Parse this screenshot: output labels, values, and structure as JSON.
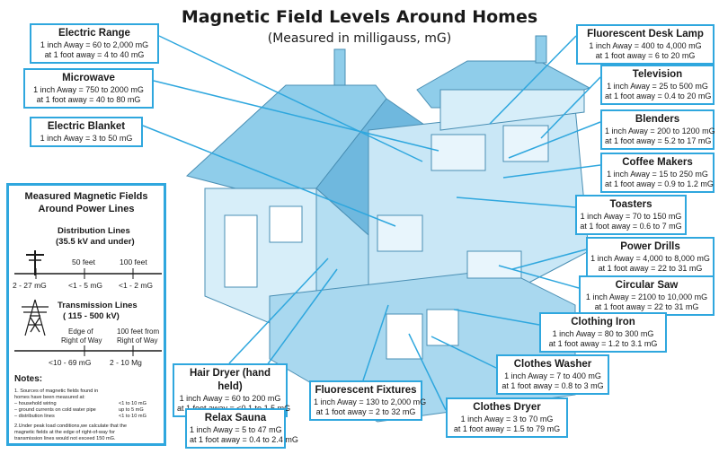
{
  "title": "Magnetic Field Levels Around Homes",
  "subtitle": "(Measured in milligauss, mG)",
  "accent_color": "#2fa7de",
  "callouts": [
    {
      "name": "Electric Range",
      "lines": [
        "1 inch Away = 60 to 2,000 mG",
        "at 1 foot away = 4 to 40 mG"
      ]
    },
    {
      "name": "Microwave",
      "lines": [
        "1 inch Away = 750 to 2000 mG",
        "at 1 foot away = 40 to 80 mG"
      ]
    },
    {
      "name": "Electric Blanket",
      "lines": [
        "1 inch Away = 3 to 50 mG"
      ]
    },
    {
      "name": "Fluorescent Desk Lamp",
      "lines": [
        "1 inch Away = 400 to 4,000 mG",
        "at 1 foot away = 6 to 20 mG"
      ]
    },
    {
      "name": "Television",
      "lines": [
        "1 inch Away = 25 to 500 mG",
        "at 1 foot away = 0.4 to 20 mG"
      ]
    },
    {
      "name": "Blenders",
      "lines": [
        "1 inch Away = 200 to 1200 mG",
        "at 1 foot away = 5.2 to 17 mG"
      ]
    },
    {
      "name": "Coffee Makers",
      "lines": [
        "1 inch Away = 15 to 250 mG",
        "at 1 foot away = 0.9 to 1.2 mG"
      ]
    },
    {
      "name": "Toasters",
      "lines": [
        "1 inch Away = 70 to 150 mG",
        "at 1 foot away = 0.6 to 7 mG"
      ]
    },
    {
      "name": "Power Drills",
      "lines": [
        "1 inch Away = 4,000 to 8,000 mG",
        "at 1 foot away = 22 to 31 mG"
      ]
    },
    {
      "name": "Circular Saw",
      "lines": [
        "1 inch Away = 2100 to 10,000 mG",
        "at 1 foot away = 22 to 31 mG"
      ]
    },
    {
      "name": "Clothing Iron",
      "lines": [
        "1 inch Away = 80 to 300 mG",
        "at 1 foot away = 1.2 to 3.1 mG"
      ]
    },
    {
      "name": "Clothes Washer",
      "lines": [
        "1 inch Away = 7 to 400 mG",
        "at 1 foot away = 0.8 to 3 mG"
      ]
    },
    {
      "name": "Clothes Dryer",
      "lines": [
        "1 inch Away = 3 to 70 mG",
        "at 1 foot away = 1.5 to 79 mG"
      ]
    },
    {
      "name": "Fluorescent Fixtures",
      "lines": [
        "1 inch Away = 130 to 2,000 mG",
        "at 1 foot away = 2 to 32 mG"
      ]
    },
    {
      "name": "Hair Dryer (hand held)",
      "lines": [
        "1 inch Away = 60 to 200 mG",
        "at 1 foot away = <0.1 to 1.5 mG"
      ]
    },
    {
      "name": "Relax Sauna",
      "lines": [
        "1 inch Away = 5 to 47 mG",
        "at 1 foot away = 0.4 to 2.4 mG"
      ]
    }
  ],
  "power_lines": {
    "title_line1": "Measured Magnetic Fields",
    "title_line2": "Around Power Lines",
    "distribution": {
      "title": "Distribution Lines",
      "subtitle": "(35.5 kV and under)",
      "headers": [
        "50 feet",
        "100 feet"
      ],
      "values": [
        "2 - 27 mG",
        "<1 - 5 mG",
        "<1 - 2 mG"
      ]
    },
    "transmission": {
      "title": "Transmission Lines",
      "subtitle": "( 115 - 500 kV)",
      "header1": [
        "Edge of",
        "Right of Way"
      ],
      "header2": [
        "100 feet from",
        "Right of Way"
      ],
      "values": [
        "<10 - 69 mG",
        "2 - 10 Mg"
      ]
    },
    "notes": {
      "heading": "Notes:",
      "n1": [
        "1. Sources of magnetic fields found in",
        "homes have been measured at:"
      ],
      "items": [
        {
          "label": "– household wiring",
          "value": "<1 to 10 mG"
        },
        {
          "label": "– ground currents on cold water pipe",
          "value": "up to 5 mG"
        },
        {
          "label": "– distribution lines",
          "value": "<1 to 10 mG"
        }
      ],
      "n2": [
        "2.Under peak load conditions,we calculate that the",
        "magnetic fields at the edge of right-of-way for",
        "transmission lines would not exceed 150 mG."
      ]
    }
  }
}
